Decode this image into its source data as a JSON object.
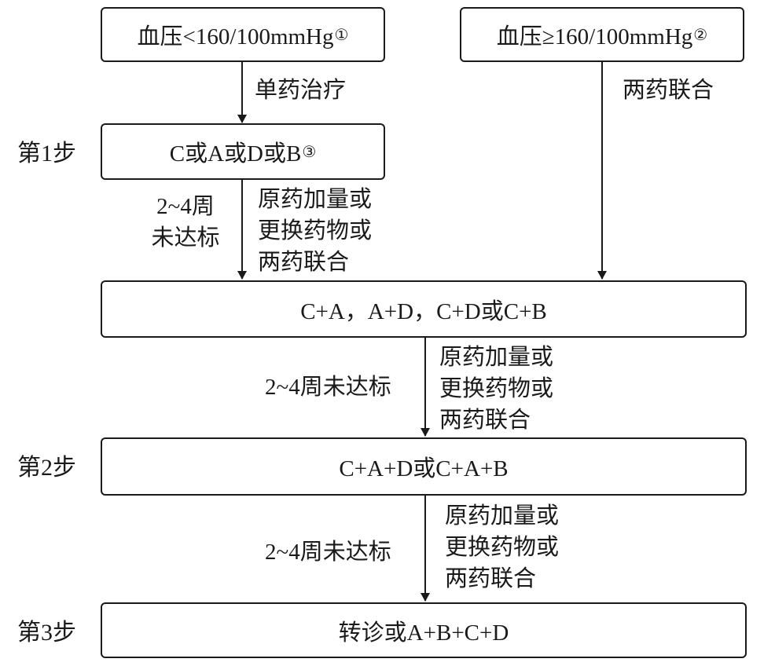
{
  "boxes": {
    "bp_low": {
      "text": "血压<160/100mmHg",
      "note": "①"
    },
    "bp_high": {
      "text": "血压≥160/100mmHg",
      "note": "②"
    },
    "step1_box": {
      "text": "C或A或D或B",
      "note": "③"
    },
    "combo2": "C+A，A+D，C+D或C+B",
    "combo3": "C+A+D或C+A+B",
    "final": "转诊或A+B+C+D"
  },
  "steps": [
    "第1步",
    "第2步",
    "第3步"
  ],
  "edges": {
    "mono": "单药治疗",
    "dual": "两药联合",
    "wait_lines": [
      "2~4周",
      "未达标"
    ],
    "wait_inline": "2~4周未达标",
    "adjust_lines": [
      "原药加量或",
      "更换药物或",
      "两药联合"
    ]
  }
}
